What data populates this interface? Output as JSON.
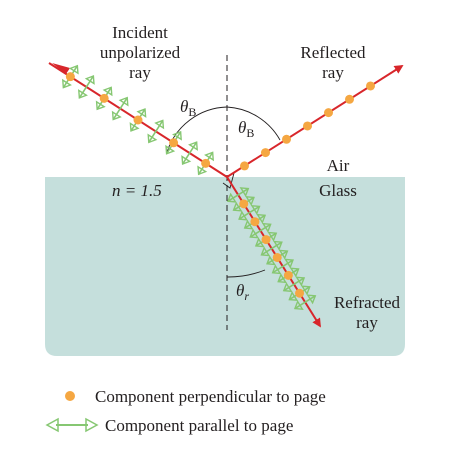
{
  "labels": {
    "incident_line1": "Incident",
    "incident_line2": "unpolarized",
    "incident_line3": "ray",
    "reflected_line1": "Reflected",
    "reflected_line2": "ray",
    "refracted_line1": "Refracted",
    "refracted_line2": "ray",
    "air": "Air",
    "glass": "Glass",
    "n_value": "n = 1.5",
    "theta_symbol": "θ",
    "brewster_subscript": "B",
    "refraction_subscript": "r"
  },
  "legend": {
    "perpendicular": "Component perpendicular to page",
    "parallel": "Component parallel to page"
  },
  "colors": {
    "glass": "#c5dfdc",
    "ray": "#d8262b",
    "dot": "#f5a742",
    "parallel_arrow": "#86c772",
    "guide_line": "#231f20"
  }
}
